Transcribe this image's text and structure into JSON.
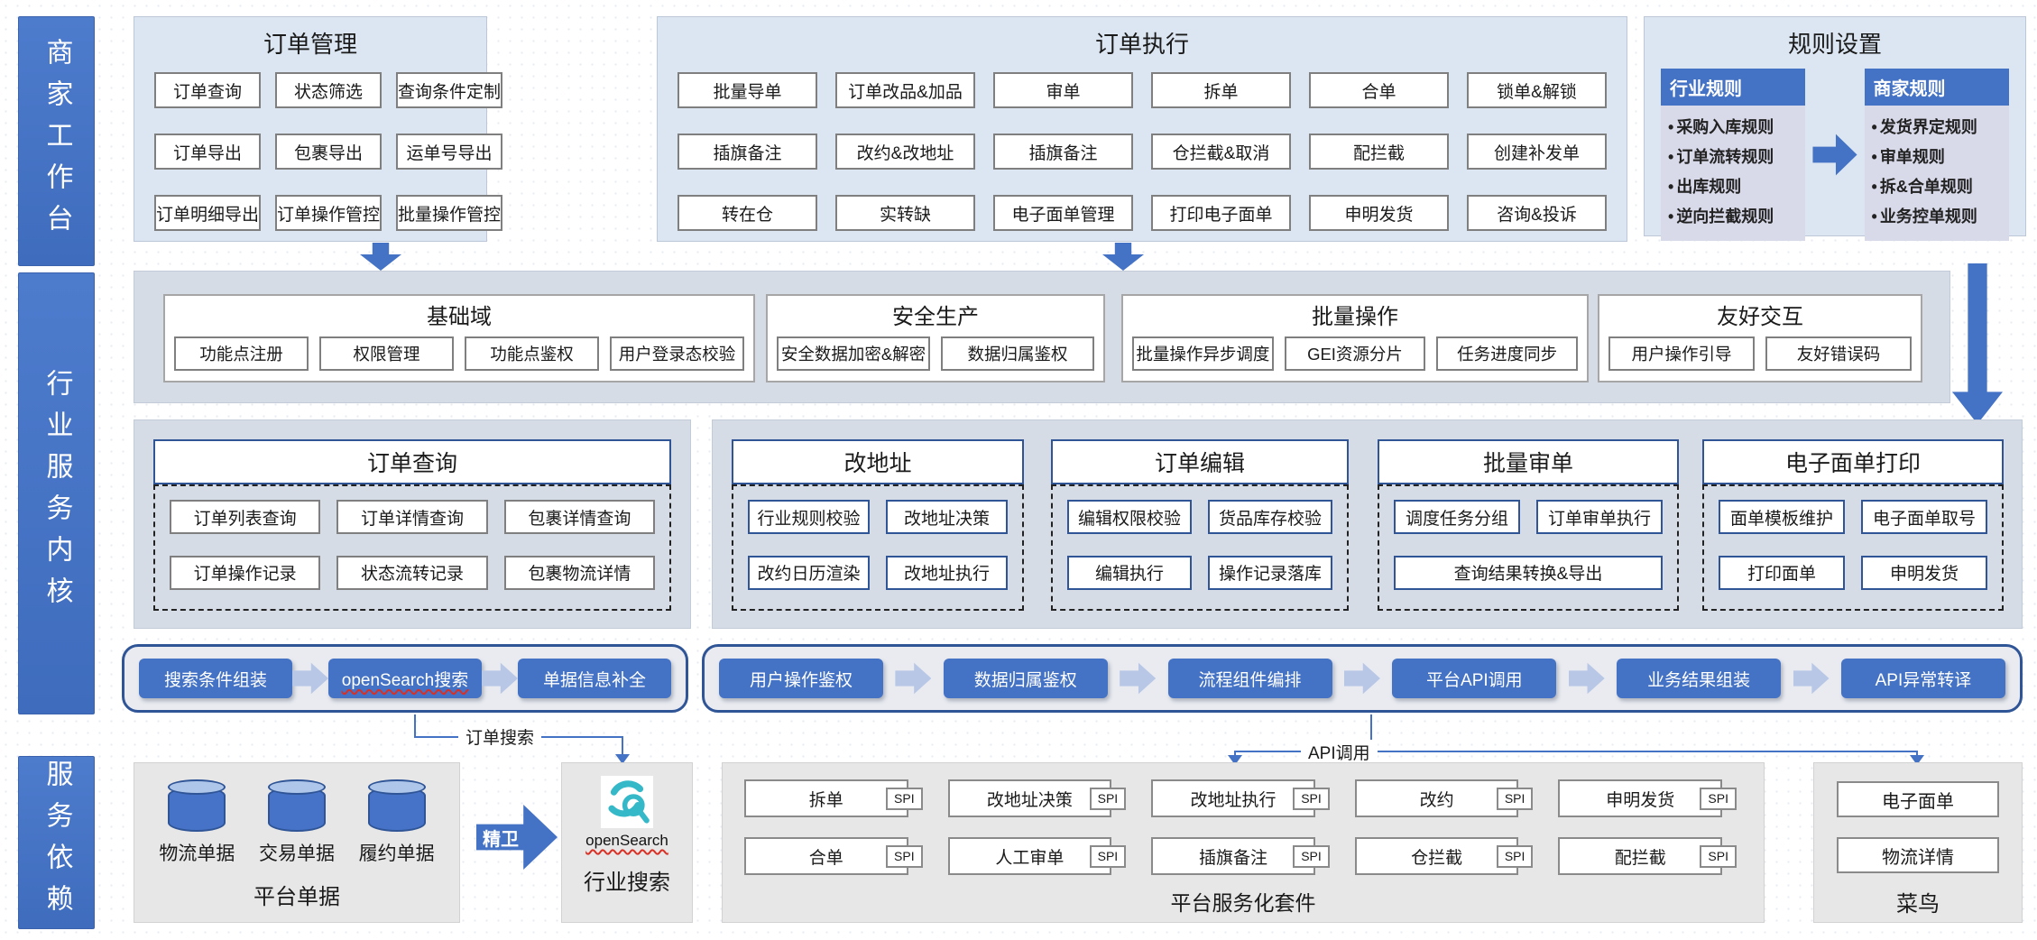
{
  "sidebar": {
    "items": [
      {
        "label": "商家工作台"
      },
      {
        "label": "行业服务内核"
      },
      {
        "label": "服务依赖"
      }
    ]
  },
  "top_panels": {
    "order_management": {
      "title": "订单管理",
      "buttons": [
        "订单查询",
        "状态筛选",
        "查询条件定制",
        "订单导出",
        "包裹导出",
        "运单号导出",
        "订单明细导出",
        "订单操作管控",
        "批量操作管控"
      ]
    },
    "order_execution": {
      "title": "订单执行",
      "buttons": [
        "批量导单",
        "订单改品&加品",
        "审单",
        "拆单",
        "合单",
        "锁单&解锁",
        "插旗备注",
        "改约&改地址",
        "插旗备注",
        "仓拦截&取消",
        "配拦截",
        "创建补发单",
        "转在仓",
        "实转缺",
        "电子面单管理",
        "打印电子面单",
        "申明发货",
        "咨询&投诉"
      ]
    },
    "rule_settings": {
      "title": "规则设置",
      "industry_rules": {
        "header": "行业规则",
        "items": [
          "采购入库规则",
          "订单流转规则",
          "出库规则",
          "逆向拦截规则"
        ]
      },
      "merchant_rules": {
        "header": "商家规则",
        "items": [
          "发货界定规则",
          "审单规则",
          "拆&合单规则",
          "业务控单规则"
        ]
      }
    }
  },
  "foundation_band": {
    "sections": [
      {
        "title": "基础域",
        "buttons": [
          "功能点注册",
          "权限管理",
          "功能点鉴权",
          "用户登录态校验"
        ]
      },
      {
        "title": "安全生产",
        "buttons": [
          "安全数据加密&解密",
          "数据归属鉴权"
        ]
      },
      {
        "title": "批量操作",
        "buttons": [
          "批量操作异步调度",
          "GEI资源分片",
          "任务进度同步"
        ]
      },
      {
        "title": "友好交互",
        "buttons": [
          "用户操作引导",
          "友好错误码"
        ]
      }
    ]
  },
  "core_band": {
    "panels": [
      {
        "title": "订单查询",
        "buttons": [
          "订单列表查询",
          "订单详情查询",
          "包裹详情查询",
          "订单操作记录",
          "状态流转记录",
          "包裹物流详情"
        ]
      },
      {
        "title": "改地址",
        "buttons": [
          "行业规则校验",
          "改地址决策",
          "改约日历渲染",
          "改地址执行"
        ]
      },
      {
        "title": "订单编辑",
        "buttons": [
          "编辑权限校验",
          "货品库存校验",
          "编辑执行",
          "操作记录落库"
        ]
      },
      {
        "title": "批量审单",
        "buttons": [
          "调度任务分组",
          "订单审单执行",
          "查询结果转换&导出"
        ]
      },
      {
        "title": "电子面单打印",
        "buttons": [
          "面单模板维护",
          "电子面单取号",
          "打印面单",
          "申明发货"
        ]
      }
    ]
  },
  "pipelines": {
    "search": [
      "搜索条件组装",
      "openSearch搜索",
      "单据信息补全"
    ],
    "execution": [
      "用户操作鉴权",
      "数据归属鉴权",
      "流程组件编排",
      "平台API调用",
      "业务结果组装",
      "API异常转译"
    ]
  },
  "connectors": {
    "search_label": "订单搜索",
    "api_label": "API调用",
    "jingwei_label": "精卫"
  },
  "dependencies": {
    "platform_docs": {
      "title": "平台单据",
      "databases": [
        "物流单据",
        "交易单据",
        "履约单据"
      ]
    },
    "industry_search": {
      "title": "行业搜索",
      "logo_text": "openSearch"
    },
    "platform_services": {
      "title": "平台服务化套件",
      "spi_tag": "SPI",
      "items": [
        "拆单",
        "改地址决策",
        "改地址执行",
        "改约",
        "申明发货",
        "合单",
        "人工审单",
        "插旗备注",
        "仓拦截",
        "配拦截"
      ]
    },
    "cainiao": {
      "title": "菜鸟",
      "items": [
        "电子面单",
        "物流详情"
      ]
    }
  },
  "colors": {
    "accent_blue": "#4472C4",
    "deep_blue_border": "#2F5597",
    "panel_blue_bg": "#DCE6F2",
    "band_bg": "#D6DCE5",
    "chip_arrow": "#B8C7E6",
    "rules_list_bg": "#D8DAEA",
    "dependency_bg": "#E8E7E7",
    "opensearch_teal": "#35B8C8",
    "misspell_red": "#D93025"
  }
}
